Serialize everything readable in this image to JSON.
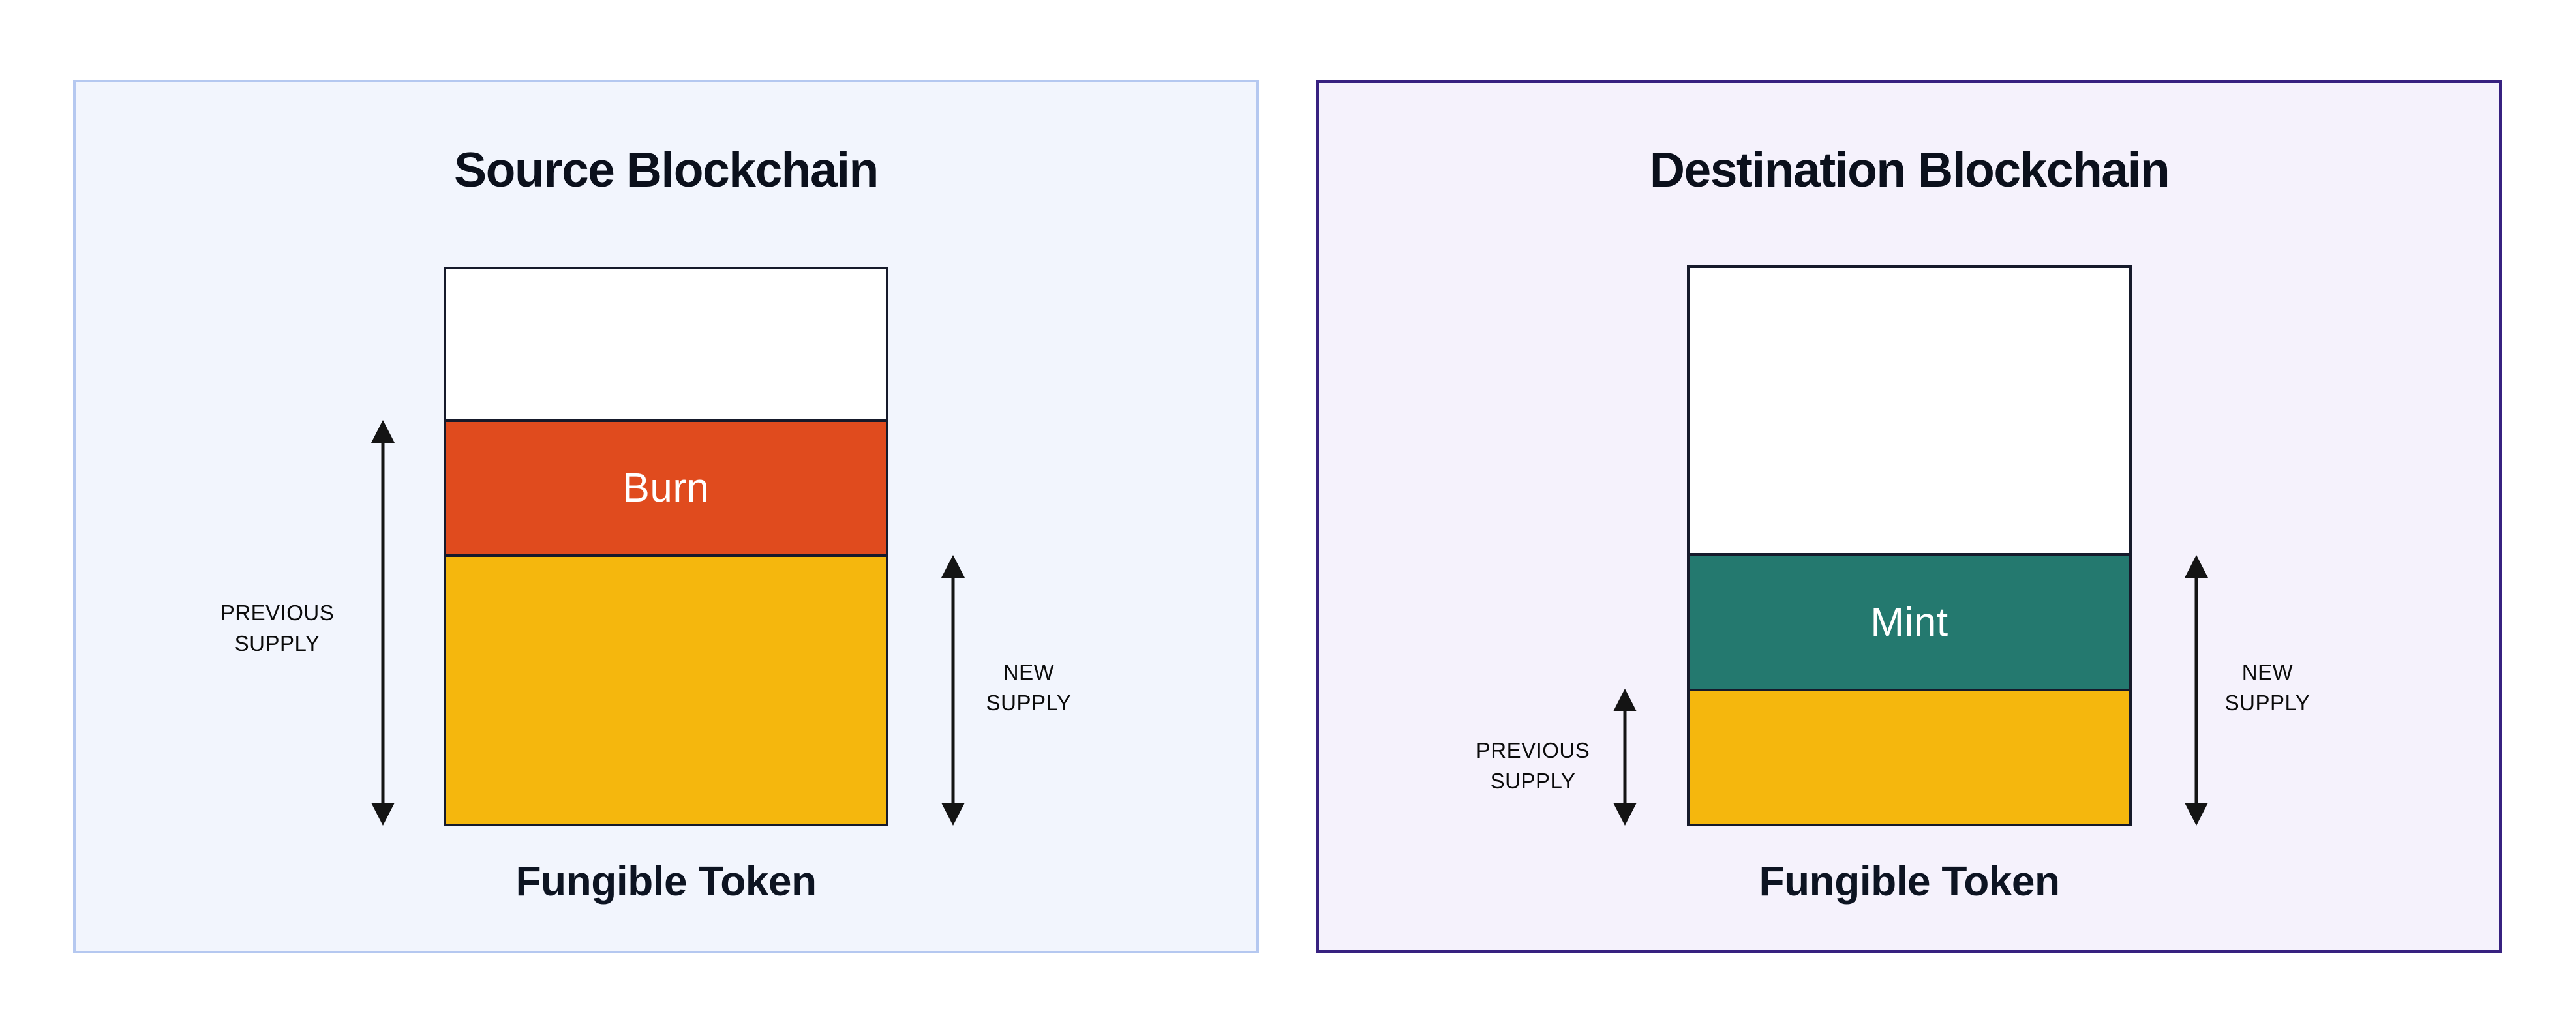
{
  "figure": {
    "background": "#FFFFFF",
    "arrow_color": "#141414",
    "bar_outline_color": "#161A2B",
    "panels": [
      {
        "id": "source",
        "title": "Source Blockchain",
        "caption": "Fungible Token",
        "background": "#F2F5FD",
        "border_color": "#B5C8F0",
        "bar": {
          "segments": [
            {
              "name": "empty-top",
              "label": "",
              "color": "#FFFFFF"
            },
            {
              "name": "burn",
              "label": "Burn",
              "color": "#E04B1E",
              "text_color": "#FFFFFF"
            },
            {
              "name": "remaining-supply",
              "label": "",
              "color": "#F5B70D"
            }
          ]
        },
        "annotations": [
          {
            "name": "previous-supply",
            "side": "left",
            "label": "PREVIOUS\nSUPPLY"
          },
          {
            "name": "new-supply",
            "side": "right",
            "label": "NEW\nSUPPLY"
          }
        ]
      },
      {
        "id": "destination",
        "title": "Destination Blockchain",
        "caption": "Fungible Token",
        "background": "#F5F2FC",
        "border_color": "#372180",
        "bar": {
          "segments": [
            {
              "name": "empty-top",
              "label": "",
              "color": "#FFFFFF"
            },
            {
              "name": "mint",
              "label": "Mint",
              "color": "#24796F",
              "text_color": "#FFFFFF"
            },
            {
              "name": "previous-supply",
              "label": "",
              "color": "#F5B70D"
            }
          ]
        },
        "annotations": [
          {
            "name": "previous-supply",
            "side": "left",
            "label": "PREVIOUS\nSUPPLY"
          },
          {
            "name": "new-supply",
            "side": "right",
            "label": "NEW\nSUPPLY"
          }
        ]
      }
    ]
  }
}
